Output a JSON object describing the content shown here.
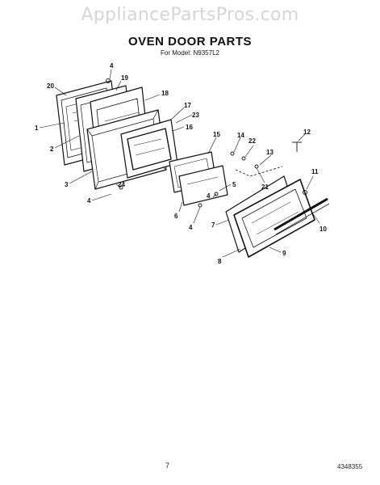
{
  "watermark": "AppliancePartsPros.com",
  "title": "OVEN DOOR PARTS",
  "subtitle": "For Model: N9357L2",
  "page_number": "7",
  "doc_number": "4348355",
  "callouts": [
    {
      "id": "c1",
      "label": "1"
    },
    {
      "id": "c2",
      "label": "2"
    },
    {
      "id": "c3",
      "label": "3"
    },
    {
      "id": "c4a",
      "label": "4"
    },
    {
      "id": "c4b",
      "label": "4"
    },
    {
      "id": "c4c",
      "label": "4"
    },
    {
      "id": "c4d",
      "label": "4"
    },
    {
      "id": "c5",
      "label": "5"
    },
    {
      "id": "c6",
      "label": "6"
    },
    {
      "id": "c7",
      "label": "7"
    },
    {
      "id": "c8",
      "label": "8"
    },
    {
      "id": "c9",
      "label": "9"
    },
    {
      "id": "c10",
      "label": "10"
    },
    {
      "id": "c11",
      "label": "11"
    },
    {
      "id": "c12",
      "label": "12"
    },
    {
      "id": "c13",
      "label": "13"
    },
    {
      "id": "c14",
      "label": "14"
    },
    {
      "id": "c15",
      "label": "15"
    },
    {
      "id": "c16",
      "label": "16"
    },
    {
      "id": "c17",
      "label": "17"
    },
    {
      "id": "c18",
      "label": "18"
    },
    {
      "id": "c19",
      "label": "19"
    },
    {
      "id": "c20",
      "label": "20"
    },
    {
      "id": "c21",
      "label": "21"
    },
    {
      "id": "c22",
      "label": "22"
    },
    {
      "id": "c23",
      "label": "23"
    },
    {
      "id": "c24",
      "label": "24"
    }
  ]
}
